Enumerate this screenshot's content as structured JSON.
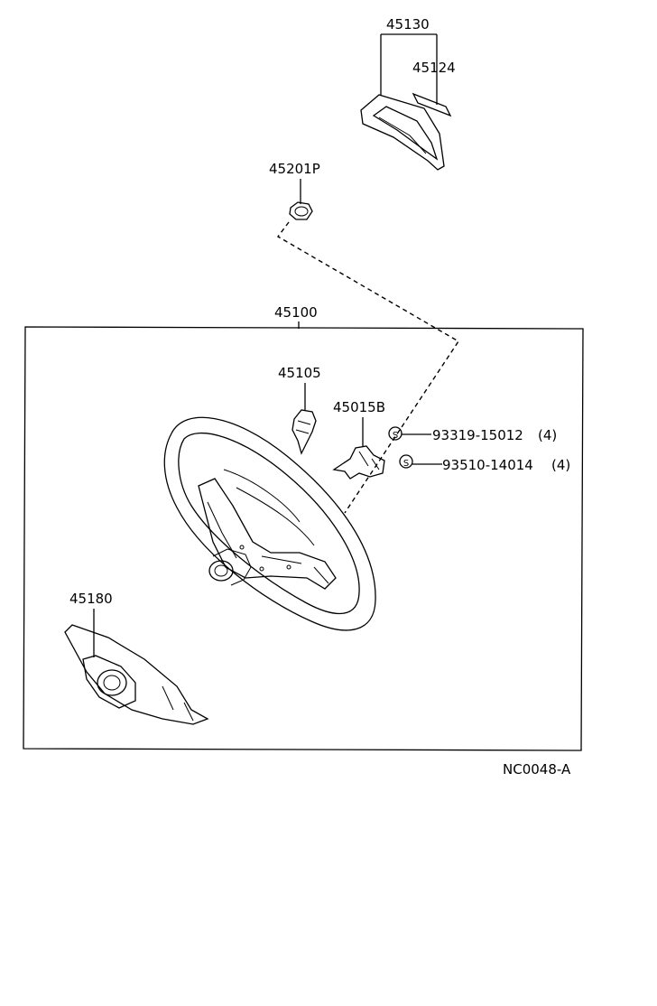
{
  "labels": {
    "p45130": "45130",
    "p45124": "45124",
    "p45201p": "45201P",
    "p45100": "45100",
    "p45105": "45105",
    "p45015b": "45015B",
    "p45180": "45180",
    "bolt1_part": "93319-15012",
    "bolt1_qty": "(4)",
    "bolt2_part": "93510-14014",
    "bolt2_qty": "(4)",
    "screw_symbol": "S",
    "diagram_code": "NC0048-A"
  }
}
